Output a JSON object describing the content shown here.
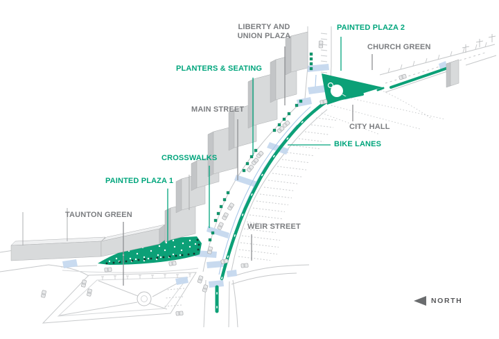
{
  "diagram": {
    "labels": {
      "liberty_union_plaza": {
        "line1": "LIBERTY AND",
        "line2": "UNION PLAZA"
      },
      "painted_plaza_2": "PAINTED PLAZA 2",
      "church_green": "CHURCH GREEN",
      "planters_seating": "PLANTERS & SEATING",
      "main_street": "MAIN STREET",
      "city_hall": "CITY HALL",
      "bike_lanes": "BIKE LANES",
      "crosswalks": "CROSSWALKS",
      "painted_plaza_1": "PAINTED PLAZA 1",
      "taunton_green": "TAUNTON GREEN",
      "weir_street": "WEIR STREET"
    },
    "compass": {
      "label": "NORTH",
      "direction": "left"
    },
    "colors": {
      "accent_green": "#00A57C",
      "map_green_fill": "#0CA077",
      "label_gray": "#7B7D80",
      "crosswalk_blue": "#C6D9EF",
      "building_gray": "#D8DADB",
      "north_gray": "#58595B"
    },
    "icons": {
      "north_arrow": "left-pointing-triangle"
    }
  }
}
